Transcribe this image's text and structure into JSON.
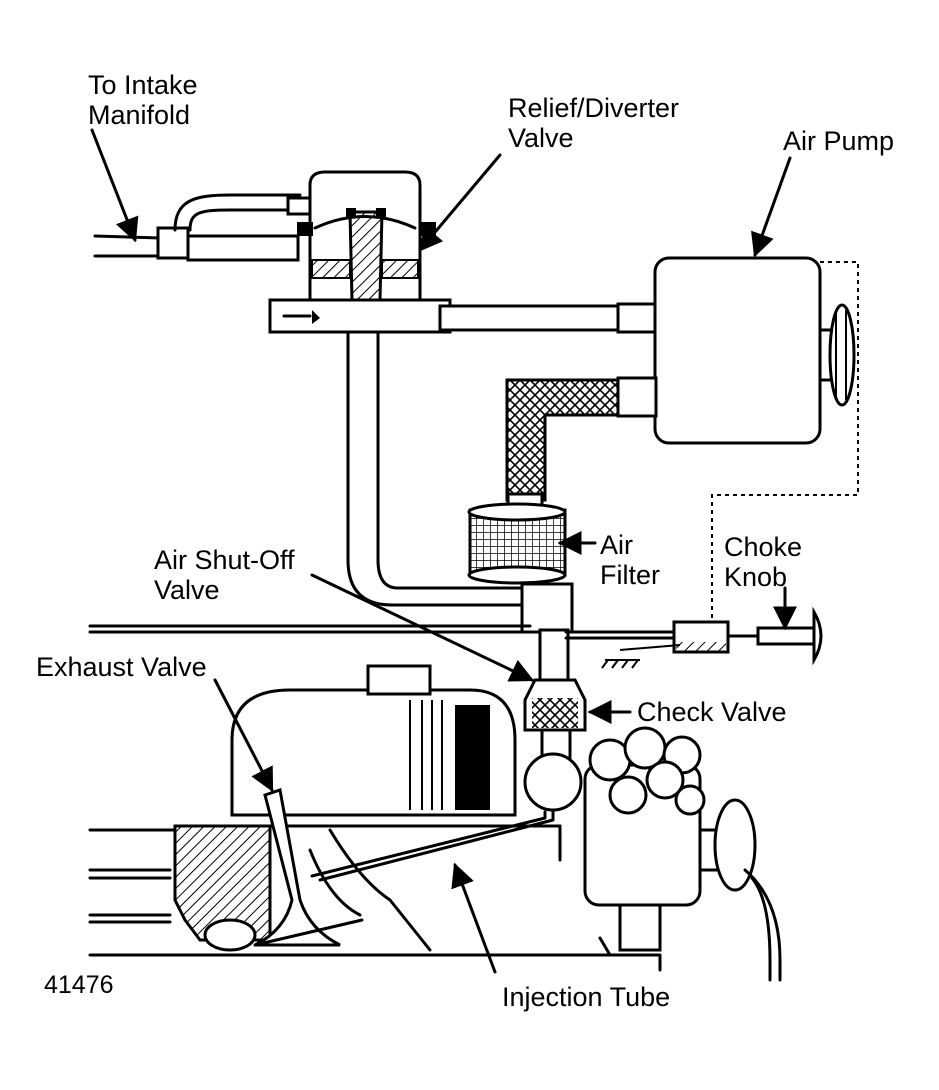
{
  "labels": {
    "intake": "To Intake\nManifold",
    "relief": "Relief/Diverter\nValve",
    "pump": "Air Pump",
    "filter": "Air\nFilter",
    "choke": "Choke\nKnob",
    "shutoff": "Air Shut-Off\nValve",
    "exhaust": "Exhaust Valve",
    "check": "Check Valve",
    "injection": "Injection Tube",
    "figure_number": "41476"
  }
}
